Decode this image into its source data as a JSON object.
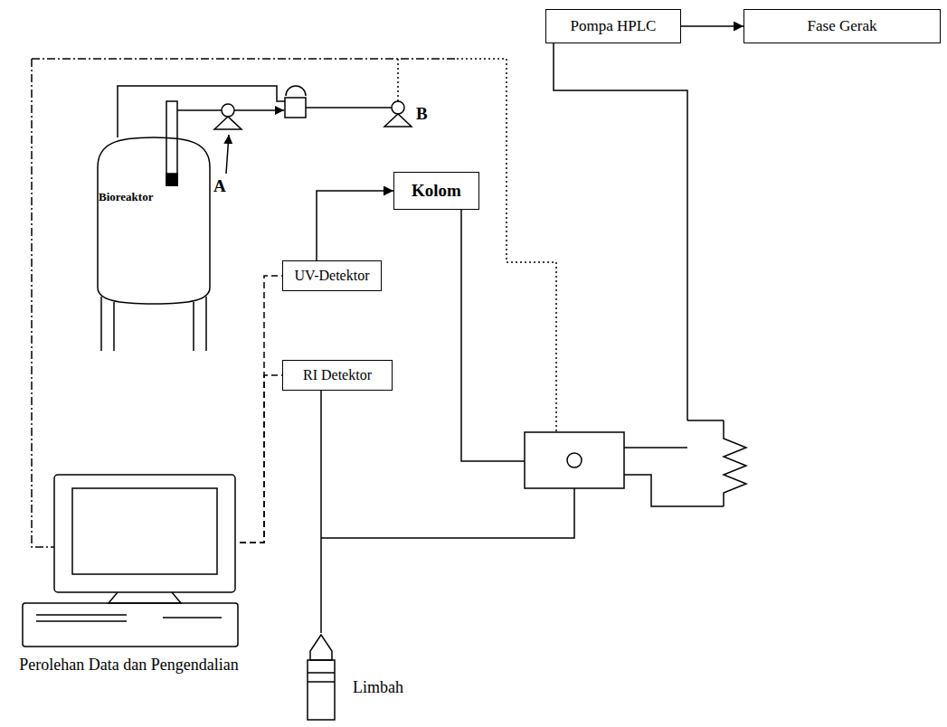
{
  "diagram": {
    "nodes": [
      {
        "text": [
          "Bioreaktor"
        ]
      },
      {
        "text": [
          "Pompa HPLC"
        ]
      },
      {
        "text": [
          "Fase Gerak"
        ]
      },
      {
        "text": [
          "Kolom"
        ]
      },
      {
        "text": [
          "UV-Detektor"
        ]
      },
      {
        "text": [
          "RI Detektor"
        ]
      },
      {
        "text": [
          "Perolehan Data dan Pengendalian"
        ]
      },
      {
        "text": [
          "Limbah"
        ]
      }
    ],
    "edges": [
      {
        "from": 1,
        "to": 2,
        "arrow": "to"
      },
      {
        "from": 4,
        "to": 3,
        "arrow": "to"
      },
      {
        "from": 5,
        "to": 7,
        "arrow": "none"
      },
      {
        "from": 6,
        "to": 4,
        "arrow": "none"
      },
      {
        "from": 6,
        "to": 5,
        "arrow": "none"
      }
    ],
    "labels": [
      "A",
      "B"
    ]
  }
}
